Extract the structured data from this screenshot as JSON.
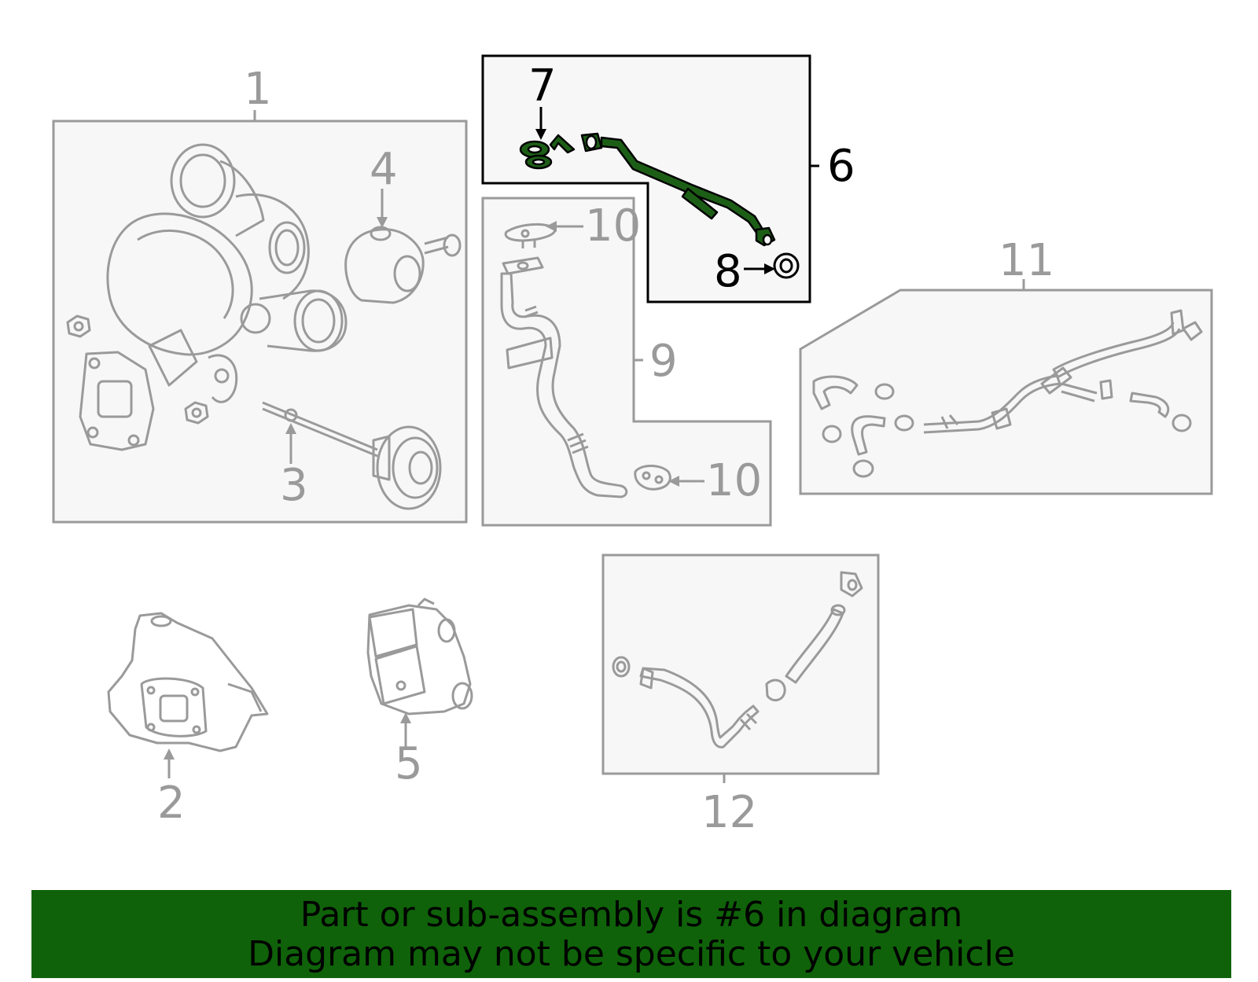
{
  "callouts": {
    "c1": "1",
    "c2": "2",
    "c3": "3",
    "c4": "4",
    "c5": "5",
    "c6": "6",
    "c7": "7",
    "c8": "8",
    "c9": "9",
    "c10a": "10",
    "c10b": "10",
    "c11": "11",
    "c12": "12"
  },
  "highlight_part": "6",
  "colors": {
    "highlight_fill": "#1d5e17",
    "part_stroke": "#9a9a9a",
    "panel_fill": "#f7f7f7",
    "banner_bg": "#0f6209",
    "selected_outline": "#000000"
  },
  "banner": {
    "line1": "Part or sub-assembly is #6 in diagram",
    "line2": "Diagram may not be specific to your vehicle"
  }
}
